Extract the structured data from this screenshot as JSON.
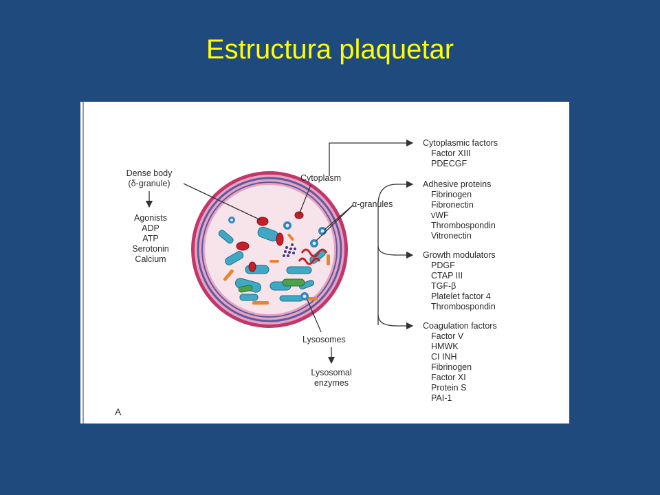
{
  "slide": {
    "title": "Estructura plaquetar"
  },
  "figure": {
    "panel_label": "A",
    "dense_body": {
      "line1": "Dense body",
      "line2": "(δ-granule)"
    },
    "agonists": [
      "Agonists",
      "ADP",
      "ATP",
      "Serotonin",
      "Calcium"
    ],
    "cytoplasm": "Cytoplasm",
    "alpha_granules": "α-granules",
    "lysosomes": "Lysosomes",
    "lysosomal_enzymes": [
      "Lysosomal",
      "enzymes"
    ],
    "cytoplasmic_factors": {
      "heading": "Cytoplasmic factors",
      "items": [
        "Factor XIII",
        "PDECGF"
      ]
    },
    "adhesive_proteins": {
      "heading": "Adhesive proteins",
      "items": [
        "Fibrinogen",
        "Fibronectin",
        "vWF",
        "Thrombospondin",
        "Vitronectin"
      ]
    },
    "growth_modulators": {
      "heading": "Growth modulators",
      "items": [
        "PDGF",
        "CTAP III",
        "TGF-β",
        "Platelet factor 4",
        "Thrombospondin"
      ]
    },
    "coagulation_factors": {
      "heading": "Coagulation factors",
      "items": [
        "Factor V",
        "HMWK",
        "CI INH",
        "Fibrinogen",
        "Factor XI",
        "Protein S",
        "PAI-1"
      ]
    },
    "colors": {
      "background": "#1f4a7d",
      "title": "#ffff00",
      "membrane": "#c2366a",
      "membrane_inner": "#e7a3c2",
      "tubule_ring": "#5b5aa0",
      "cytoplasm": "#f7e3ea",
      "mitochondria": "#3fa9c5",
      "dense_granule": "#c61f2a",
      "alpha_granule": "#2c86c4",
      "green_organelle": "#4ba24a",
      "orange_organelle": "#e8852c"
    }
  }
}
